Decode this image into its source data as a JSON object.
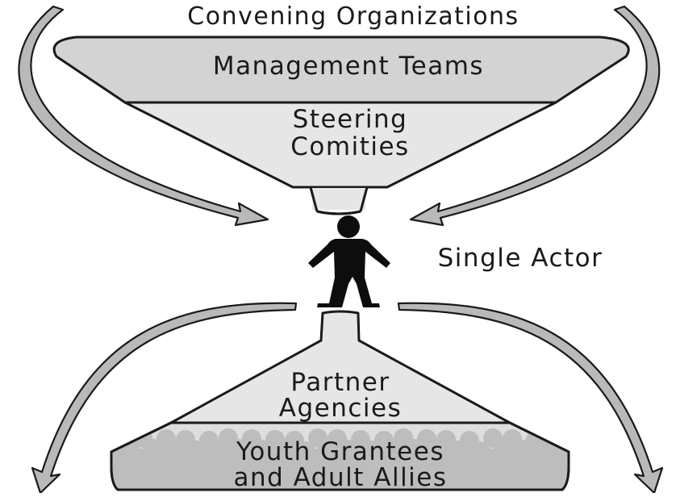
{
  "title": "Convening Organizations",
  "funnel_top": {
    "band_top": "Management Teams",
    "band_mid_line1": "Steering",
    "band_mid_line2": "Comities"
  },
  "actor": {
    "label": "Single Actor",
    "icon": "person-icon"
  },
  "funnel_bottom": {
    "band_mid_line1": "Partner",
    "band_mid_line2": "Agencies",
    "band_base_line1": "Youth Grantees",
    "band_base_line2": "and Adult Allies",
    "icon": "crowd-icon"
  },
  "colors": {
    "band_dark": "#d3d3d3",
    "band_light": "#e6e6e6",
    "arrow_fill": "#b9b9b9",
    "crowd_fill": "#bdbdbd",
    "outline": "#1a1a1a",
    "figure": "#0d0d0d"
  }
}
